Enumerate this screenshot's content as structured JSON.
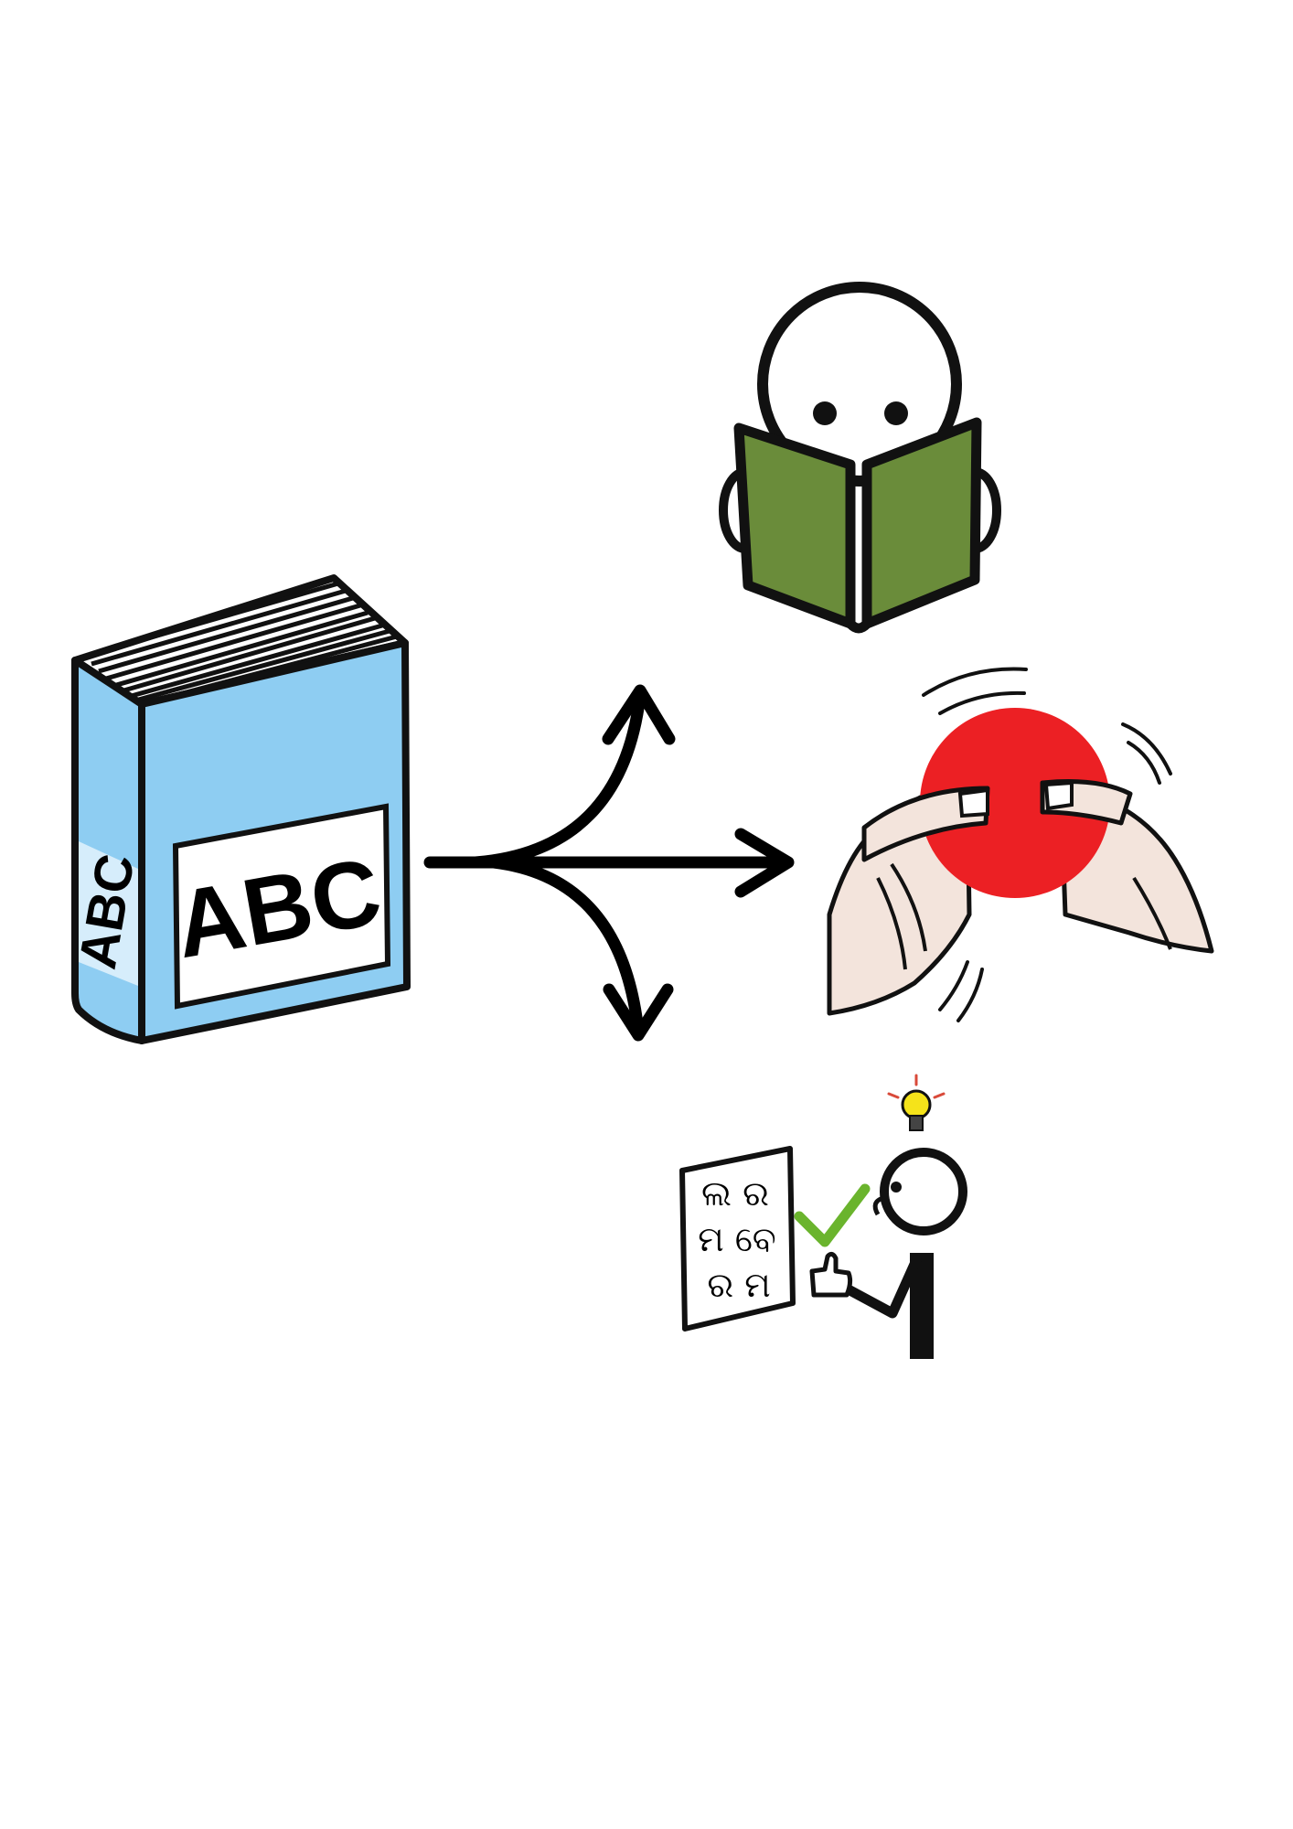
{
  "book": {
    "cover_text": "ABC",
    "spine_text": "ABC",
    "cover_color": "#8ecdf2",
    "spine_stripe_color": "#d6edfb"
  },
  "branches": [
    "read-book-pictogram",
    "squeeze-ball-pictogram",
    "understand-letters-pictogram"
  ],
  "reader": {
    "book_color": "#6a8c3a",
    "book_icon": "open-book-icon",
    "face_icon": "reader-face-icon"
  },
  "ball": {
    "ball_color": "#ec2024",
    "skin_color": "#f3e4dc",
    "hands_icon": "hands-icon"
  },
  "learner": {
    "letter_rows": [
      "ଲ ର",
      "ମ ବେ",
      "ର ମ"
    ],
    "check_color": "#6ab42d",
    "bulb_color": "#f5e31a",
    "bulb_ray_color": "#d94a3a",
    "thumb_icon": "thumbs-up-icon"
  }
}
